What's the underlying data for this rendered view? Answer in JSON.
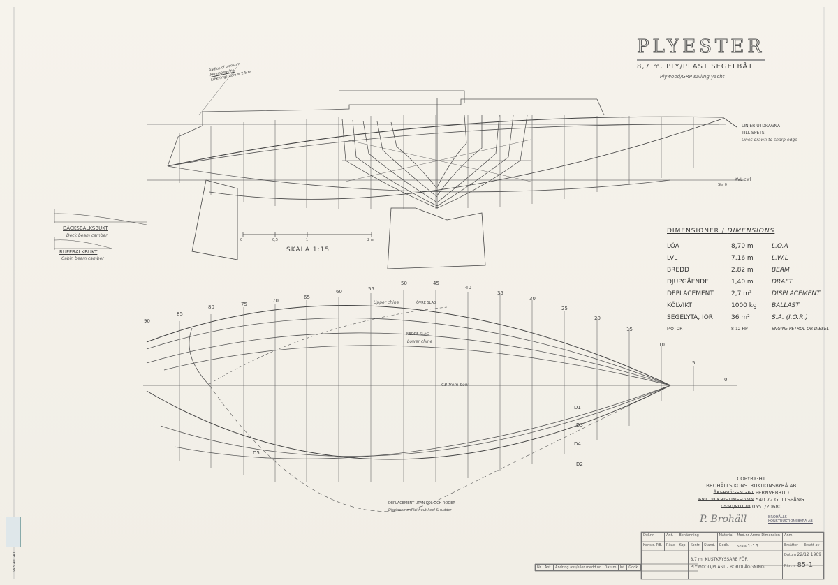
{
  "header": {
    "title": "PLYESTER",
    "subtitle": "8,7 m. PLY/PLAST SEGELBÅT",
    "subtitle_en": "Plywood/GRP sailing yacht"
  },
  "notes": {
    "sheer_note": [
      "Radius of transom",
      "Akterspegelns",
      "krökningsradie = 2,5 m"
    ],
    "lines_note": [
      "LINJER UTDRAGNA",
      "TILL SPETS",
      "Lines drawn to sharp edge"
    ],
    "kvl": "KVL  cwl",
    "station_zero": "Sta 0",
    "deck_camber": "DÄCKSBALKSBUKT",
    "deck_camber_en": "Deck beam camber",
    "cabin_camber": "RUFFBALKBUKT",
    "cabin_camber_en": "Cabin beam camber",
    "upper_chine": "Upper chine",
    "ovre_slag": "ÖVRE SLAG",
    "nedre_slag": "NEDRE SLAG",
    "lower_chine": "Lower chine",
    "cb": "CB from bow",
    "displacement_curve": "DEPLACEMENT UTAN KÖL OCH RODER",
    "displacement_curve_en": "Displacement without keel & rudder"
  },
  "scale": {
    "label": "SKALA 1:15",
    "ticks": [
      "0",
      "0,5",
      "1",
      "2 m"
    ]
  },
  "stations": [
    "90",
    "85",
    "80",
    "75",
    "70",
    "65",
    "60",
    "55",
    "50",
    "45",
    "40",
    "35",
    "30",
    "25",
    "20",
    "15",
    "10",
    "5",
    "0"
  ],
  "diagonals": [
    "D1",
    "D2",
    "D3",
    "D4",
    "D5"
  ],
  "dimensions": {
    "heading": "DIMENSIONER",
    "heading_en": "DIMENSIONS",
    "rows": [
      {
        "sv": "LÖA",
        "value": "8,70 m",
        "en": "L.O.A"
      },
      {
        "sv": "LVL",
        "value": "7,16 m",
        "en": "L.W.L"
      },
      {
        "sv": "BREDD",
        "value": "2,82 m",
        "en": "BEAM"
      },
      {
        "sv": "DJUPGÅENDE",
        "value": "1,40 m",
        "en": "DRAFT"
      },
      {
        "sv": "DEPLACEMENT",
        "value": "2,7 m³",
        "en": "DISPLACEMENT"
      },
      {
        "sv": "KÖLVIKT",
        "value": "1000 kg",
        "en": "BALLAST"
      },
      {
        "sv": "SEGELYTA, IOR",
        "value": "36 m²",
        "en": "S.A. (I.O.R.)"
      },
      {
        "sv": "MOTOR",
        "value": "8-12 HP",
        "en": "ENGINE PETROL OR DIESEL"
      }
    ]
  },
  "copyright": {
    "label": "COPYRIGHT",
    "company": "BROHÄLLS KONSTRUKTIONSBYRÅ AB",
    "address_old": "ÅKERVÄGEN 361",
    "address_new": "PERNVEBRUD",
    "city_old": "681 00 KRISTINEHAMN",
    "city_new": "540 72 GULLSPÅNG",
    "phone_old": "0550/80170",
    "phone_new": "0551/20680",
    "signature": "P. Brohäll",
    "stamp": "BROHÄLLS KONSTRUKTIONSBYRÅ AB"
  },
  "title_block": {
    "headers": [
      "Del.nr",
      "Ant.",
      "Benämning",
      "Material",
      "Mod.nr Ämne Dimension",
      "Anm."
    ],
    "row2_labels": [
      "Konstr.",
      "Ritad",
      "Kop.",
      "Kontr.",
      "Stand.",
      "Godk.",
      "Skala",
      "Ersätter",
      "Ersatt av"
    ],
    "konstr": "P.B.",
    "scale": "1:15",
    "description_1": "8,7 m. KUSTKRYSSARE FÖR",
    "description_2": "PLYWOOD/PLAST - BORDLÄGGNING",
    "date_label": "Datum",
    "date": "22/12 1969",
    "drawing_no_label": "Ritn.nr",
    "drawing_no": "85-1",
    "revision_headers": [
      "Nr",
      "Ant.",
      "Ändring avs/eller medd.nr",
      "Datum",
      "Inf.",
      "Godk."
    ]
  },
  "sheet_code": "SMS 401-A1"
}
